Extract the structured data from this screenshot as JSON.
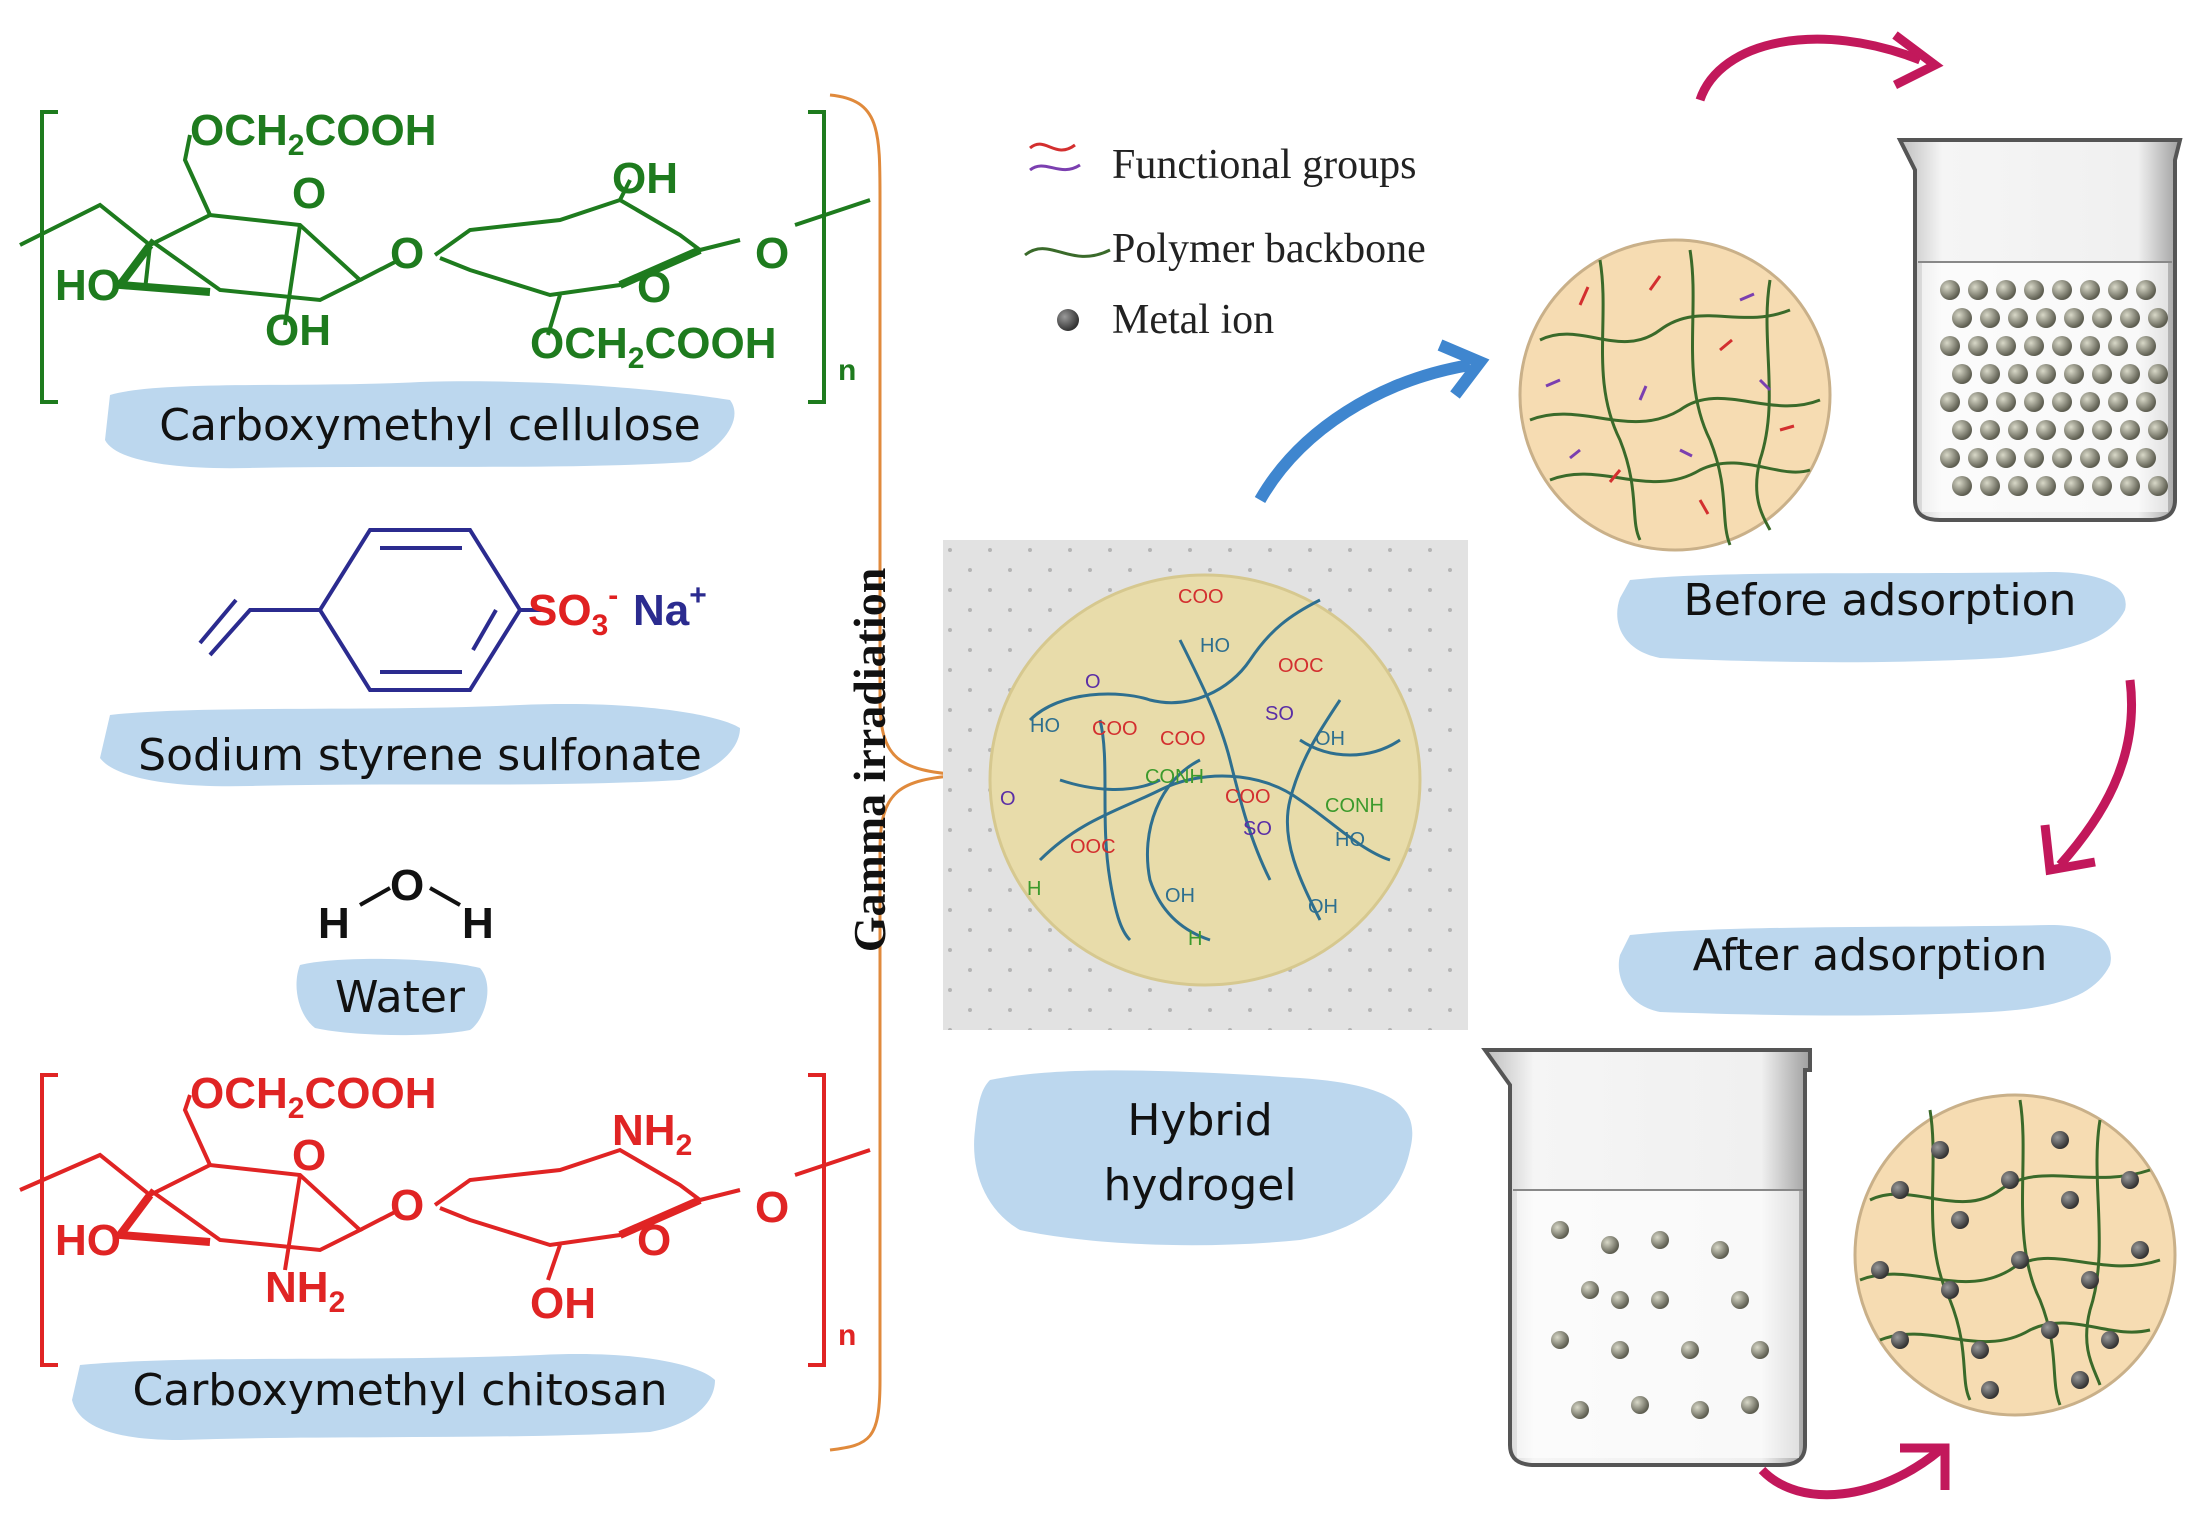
{
  "labels": {
    "cmc_name": "Carboxymethyl cellulose",
    "sss_name": "Sodium styrene sulfonate",
    "water_name": "Water",
    "cmch_name": "Carboxymethyl chitosan",
    "gamma": "Gamma irradiation",
    "hydrogel_line1": "Hybrid",
    "hydrogel_line2": "hydrogel",
    "before": "Before adsorption",
    "after": "After adsorption"
  },
  "legend": {
    "functional_groups": "Functional groups",
    "polymer_backbone": "Polymer backbone",
    "metal_ion": "Metal ion"
  },
  "cmc": {
    "top_group": "OCH",
    "top_sub": "2",
    "top_tail": "COOH",
    "ring_o1": "O",
    "oh_right": "OH",
    "ho_left": "HO",
    "bridge_o": "O",
    "ring_o2": "O",
    "end_o": "O",
    "oh_bottom": "OH",
    "bottom_group": "OCH",
    "bottom_sub": "2",
    "bottom_tail": "COOH",
    "n": "n"
  },
  "sss": {
    "so3": "SO",
    "so3_sub": "3",
    "so3_sup": "-",
    "na": "Na",
    "na_sup": "+"
  },
  "water": {
    "o": "O",
    "h1": "H",
    "h2": "H"
  },
  "cmch": {
    "top_group": "OCH",
    "top_sub": "2",
    "top_tail": "COOH",
    "ring_o1": "O",
    "nh2_right": "NH",
    "nh2_right_sub": "2",
    "ho_left": "HO",
    "bridge_o": "O",
    "ring_o2": "O",
    "end_o": "O",
    "nh2_bottom": "NH",
    "nh2_bottom_sub": "2",
    "oh_bottom": "OH",
    "n": "n"
  },
  "hydrogel_groups": {
    "coo_top": "COO",
    "ho1": "HO",
    "ooc1": "OOC",
    "o3s1": "O",
    "so3_a": "SO",
    "ho2": "HO",
    "coo_a": "COO",
    "coo_b": "COO",
    "oh1": "OH",
    "conh": "CONH",
    "o3s2": "O",
    "coo_c": "COO",
    "conh2": "CONH",
    "so3_b": "SO",
    "ooc2": "OOC",
    "ho3": "HO",
    "h2noc1": "H",
    "oh2": "OH",
    "h2noc2": "H",
    "oh3": "OH"
  },
  "colors": {
    "cmc": "#1e7b1e",
    "sss": "#2b2b8f",
    "sss_red": "#e02020",
    "cmch": "#e02424",
    "bracket": "#e08a3c",
    "blob": "#bcd7ee",
    "arrow_blue": "#3f86cf",
    "arrow_red": "#c2185b",
    "circle_fill": "#f6dcb2",
    "backbone": "#3a6a2a",
    "fg_red": "#d32f2f",
    "fg_purple": "#7b3fb0"
  }
}
